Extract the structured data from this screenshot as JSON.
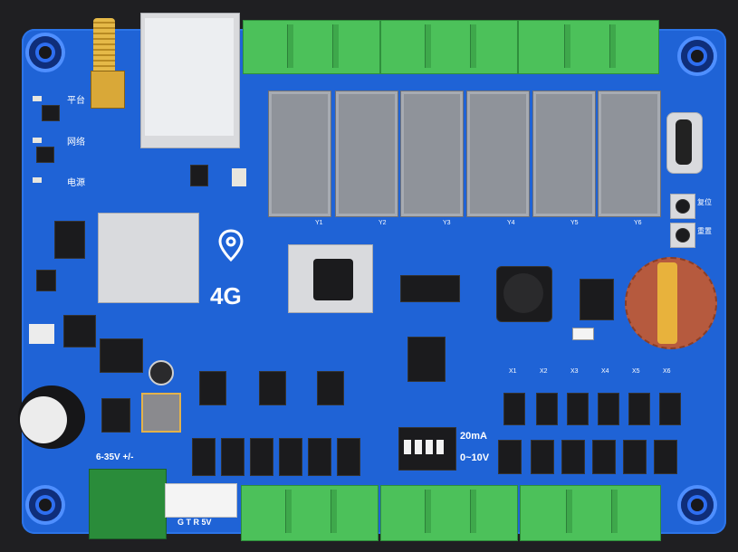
{
  "board": {
    "silk_labels": {
      "platform": "平台",
      "network": "网络",
      "power": "电源",
      "mode_20ma": "20mA",
      "mode_0_10v": "0~10V",
      "supply_range": "6-35V  +/-",
      "uart_pins": "G T R 5V",
      "antenna_4g": "4G"
    },
    "relay_labels": [
      "Y1",
      "Y2",
      "Y3",
      "Y4",
      "Y5",
      "Y6"
    ],
    "input_labels": [
      "X1",
      "X2",
      "X3",
      "X4",
      "X5",
      "X6"
    ],
    "side_buttons": [
      "复位",
      "重置"
    ]
  },
  "colors": {
    "pcb": "#1f63d6",
    "terminal": "#4cc15a",
    "relay": "#8f939a",
    "silk": "#ffffff",
    "battery_holder": "#b65a3e"
  }
}
